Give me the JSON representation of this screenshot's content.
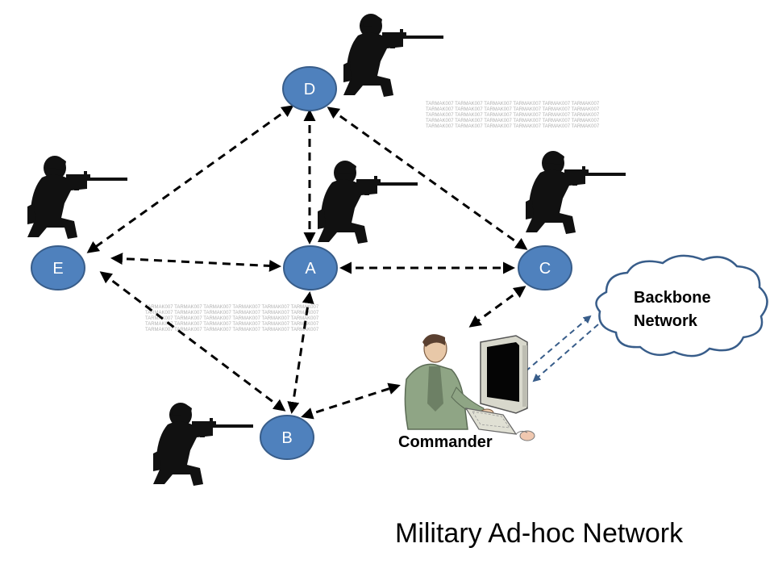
{
  "nodes": {
    "A": {
      "label": "A"
    },
    "B": {
      "label": "B"
    },
    "C": {
      "label": "C"
    },
    "D": {
      "label": "D"
    },
    "E": {
      "label": "E"
    }
  },
  "commander": {
    "label": "Commander"
  },
  "backbone": {
    "line1": "Backbone",
    "line2": "Network"
  },
  "caption": "Military Ad-hoc Network",
  "watermark": "TARMAK007 TARMAK007 TARMAK007 TARMAK007 TARMAK007 TARMAK007",
  "colors": {
    "node_fill": "#4F81BD",
    "node_stroke": "#385D8A",
    "link": "#000000",
    "backbone_link": "#385D8A",
    "cloud_stroke": "#385D8A"
  }
}
